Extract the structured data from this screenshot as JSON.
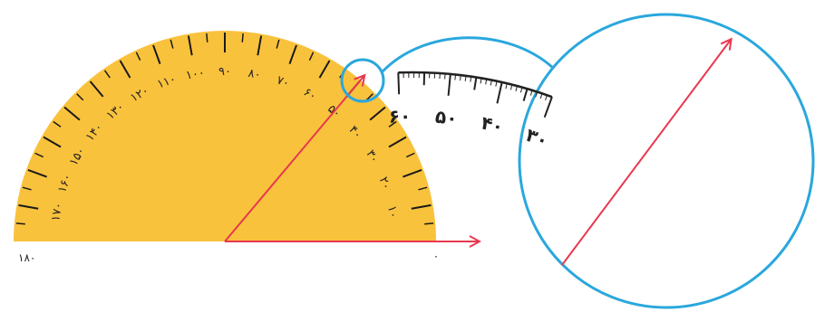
{
  "protractor": {
    "scale_labels": [
      "۱۰",
      "۲۰",
      "۳۰",
      "۴۰",
      "۵۰",
      "۶۰",
      "۷۰",
      "۸۰",
      "۹۰",
      "۱۰۰",
      "۱۱۰",
      "۱۲۰",
      "۱۳۰",
      "۱۴۰",
      "۱۵۰",
      "۱۶۰",
      "۱۷۰"
    ],
    "scale_values": [
      10,
      20,
      30,
      40,
      50,
      60,
      70,
      80,
      90,
      100,
      110,
      120,
      130,
      140,
      150,
      160,
      170
    ],
    "end_label_left": "۱۸۰",
    "end_label_right": "۰",
    "measured_angle_deg": 50,
    "colors": {
      "fill": "#F9C23C",
      "ray": "#E8384F",
      "ticks": "#1A1A1A",
      "magnifier": "#2AA7DD"
    }
  },
  "magnified_view": {
    "labels": [
      "۶۰",
      "۵۰",
      "۴۰",
      "۳۰"
    ],
    "label_values": [
      60,
      50,
      40,
      30
    ]
  }
}
